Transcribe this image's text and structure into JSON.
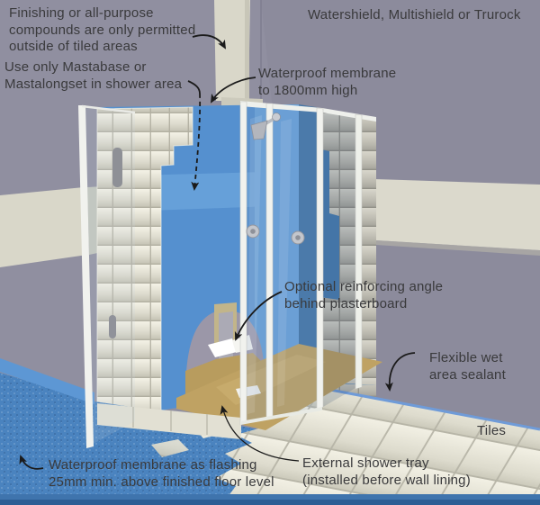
{
  "title": "Shower area waterproofing installation diagram",
  "annotations": {
    "finishing_note": {
      "lines": [
        "Finishing or all-purpose",
        "compounds are only permitted",
        "outside of tiled areas"
      ]
    },
    "board_brands": {
      "lines": [
        "Watershield, Multishield or Trurock"
      ]
    },
    "adhesive_note": {
      "lines": [
        "Use only Mastabase or",
        "Mastalongset in shower area"
      ]
    },
    "membrane_height": {
      "lines": [
        "Waterproof membrane",
        "to 1800mm high"
      ]
    },
    "reinforcing": {
      "lines": [
        "Optional reinforcing angle",
        "behind plasterboard"
      ]
    },
    "sealant": {
      "lines": [
        "Flexible wet",
        "area sealant"
      ]
    },
    "flashing": {
      "lines": [
        "Waterproof membrane as flashing",
        "25mm min. above finished floor level"
      ]
    },
    "shower_tray": {
      "lines": [
        "External shower tray",
        "(installed before wall lining)"
      ]
    },
    "tiles": {
      "lines": [
        "Tiles"
      ]
    }
  },
  "colors": {
    "wall": "#908fa0",
    "wall_right": "#8c8b9c",
    "plasterboard_strip": "#d9d7c9",
    "membrane_blue": "#5590cf",
    "membrane_light": "#6aa3da",
    "membrane_side": "#4a7fb4",
    "floor_membrane": "#4a83bf",
    "flashing_blue": "#5d97d4",
    "sealant_blue": "#6f9bd8",
    "tray_tan": "#bfa263",
    "arch_gray": "#9e97a7",
    "stud_khaki": "#c2b58a",
    "tile_cream": "#e8e6d9",
    "text": "#3a3a3c",
    "arrow": "#1b1b1b"
  }
}
